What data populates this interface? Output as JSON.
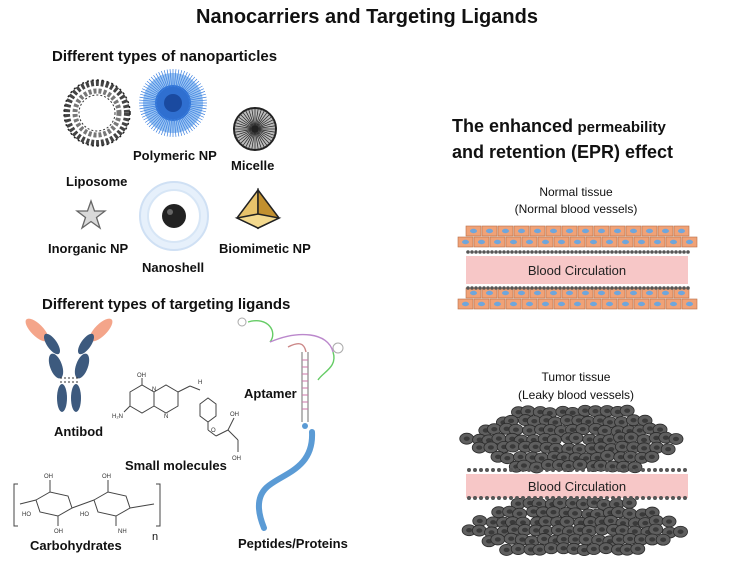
{
  "title": "Nanocarriers and Targeting Ligands",
  "nanoparticles": {
    "heading": "Different types of nanoparticles",
    "items": {
      "liposome": "Liposome",
      "polymeric": "Polymeric NP",
      "micelle": "Micelle",
      "inorganic": "Inorganic NP",
      "nanoshell": "Nanoshell",
      "biomimetic": "Biomimetic NP"
    }
  },
  "ligands": {
    "heading": "Different types of targeting ligands",
    "items": {
      "antibody": "Antibod",
      "aptamer": "Aptamer",
      "small_molecules": "Small molecules",
      "carbohydrates": "Carbohydrates",
      "carb_subscript": "n",
      "peptides": "Peptides/Proteins"
    },
    "chem_labels": {
      "oh": "OH",
      "h2n": "H₂N",
      "n": "N",
      "h": "H",
      "o": "O",
      "ho": "HO",
      "nh": "NH"
    }
  },
  "epr": {
    "heading_line1_big": "The enhanced",
    "heading_line1_small": "permeability",
    "heading_line2": "and retention (EPR) effect",
    "normal_label_1": "Normal tissue",
    "normal_label_2": "(Normal blood vessels)",
    "tumor_label_1": "Tumor tissue",
    "tumor_label_2": "(Leaky blood vessels)",
    "blood_label": "Blood Circulation"
  },
  "colors": {
    "cell_fill": "#f0a277",
    "nucleus": "#6fa6dc",
    "blood": "#f7c7c7",
    "tumor_cell": "#5f5f5f",
    "antibody_light": "#f4a58a",
    "antibody_dark": "#3d5a7e",
    "peptide": "#5b9bd5",
    "pyramid": "#d4a64a"
  }
}
